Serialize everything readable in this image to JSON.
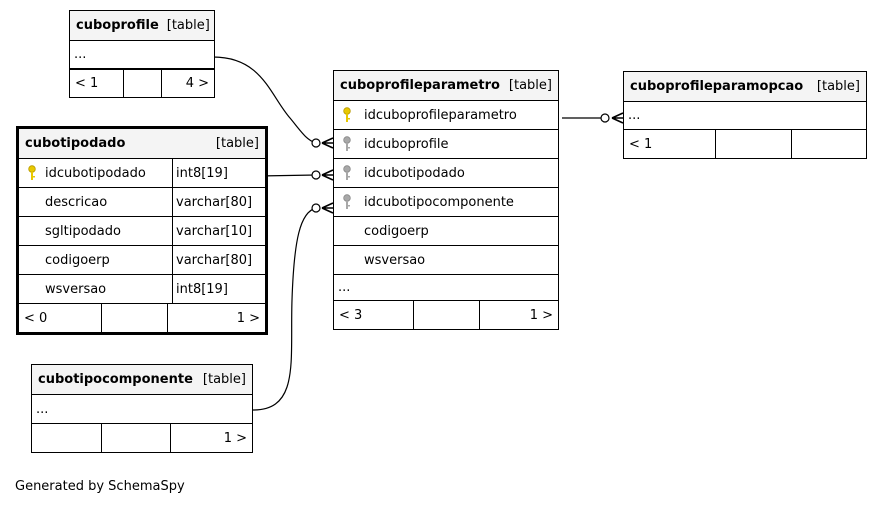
{
  "tables": {
    "cuboprofile": {
      "name": "cuboprofile",
      "kind": "[table]",
      "ellipsis": "...",
      "footer": [
        "< 1",
        "",
        "4 >"
      ]
    },
    "cubotipodado": {
      "name": "cubotipodado",
      "kind": "[table]",
      "columns": [
        {
          "name": "idcubotipodado",
          "type": "int8[19]"
        },
        {
          "name": "descricao",
          "type": "varchar[80]"
        },
        {
          "name": "sgltipodado",
          "type": "varchar[10]"
        },
        {
          "name": "codigoerp",
          "type": "varchar[80]"
        },
        {
          "name": "wsversao",
          "type": "int8[19]"
        }
      ],
      "footer": [
        "< 0",
        "",
        "1 >"
      ]
    },
    "cuboprofileparametro": {
      "name": "cuboprofileparametro",
      "kind": "[table]",
      "columns": [
        "idcuboprofileparametro",
        "idcuboprofile",
        "idcubotipodado",
        "idcubotipocomponente",
        "codigoerp",
        "wsversao"
      ],
      "ellipsis": "...",
      "footer": [
        "< 3",
        "",
        "1 >"
      ]
    },
    "cuboprofileparamopcao": {
      "name": "cuboprofileparamopcao",
      "kind": "[table]",
      "ellipsis": "...",
      "footer": [
        "< 1",
        "",
        ""
      ]
    },
    "cubotipocomponente": {
      "name": "cubotipocomponente",
      "kind": "[table]",
      "ellipsis": "...",
      "footer": [
        "",
        "",
        "1 >"
      ]
    }
  },
  "key_colors": {
    "primary": "#e8c800",
    "foreign": "#a8a8a8"
  },
  "generated_by": "Generated by SchemaSpy"
}
